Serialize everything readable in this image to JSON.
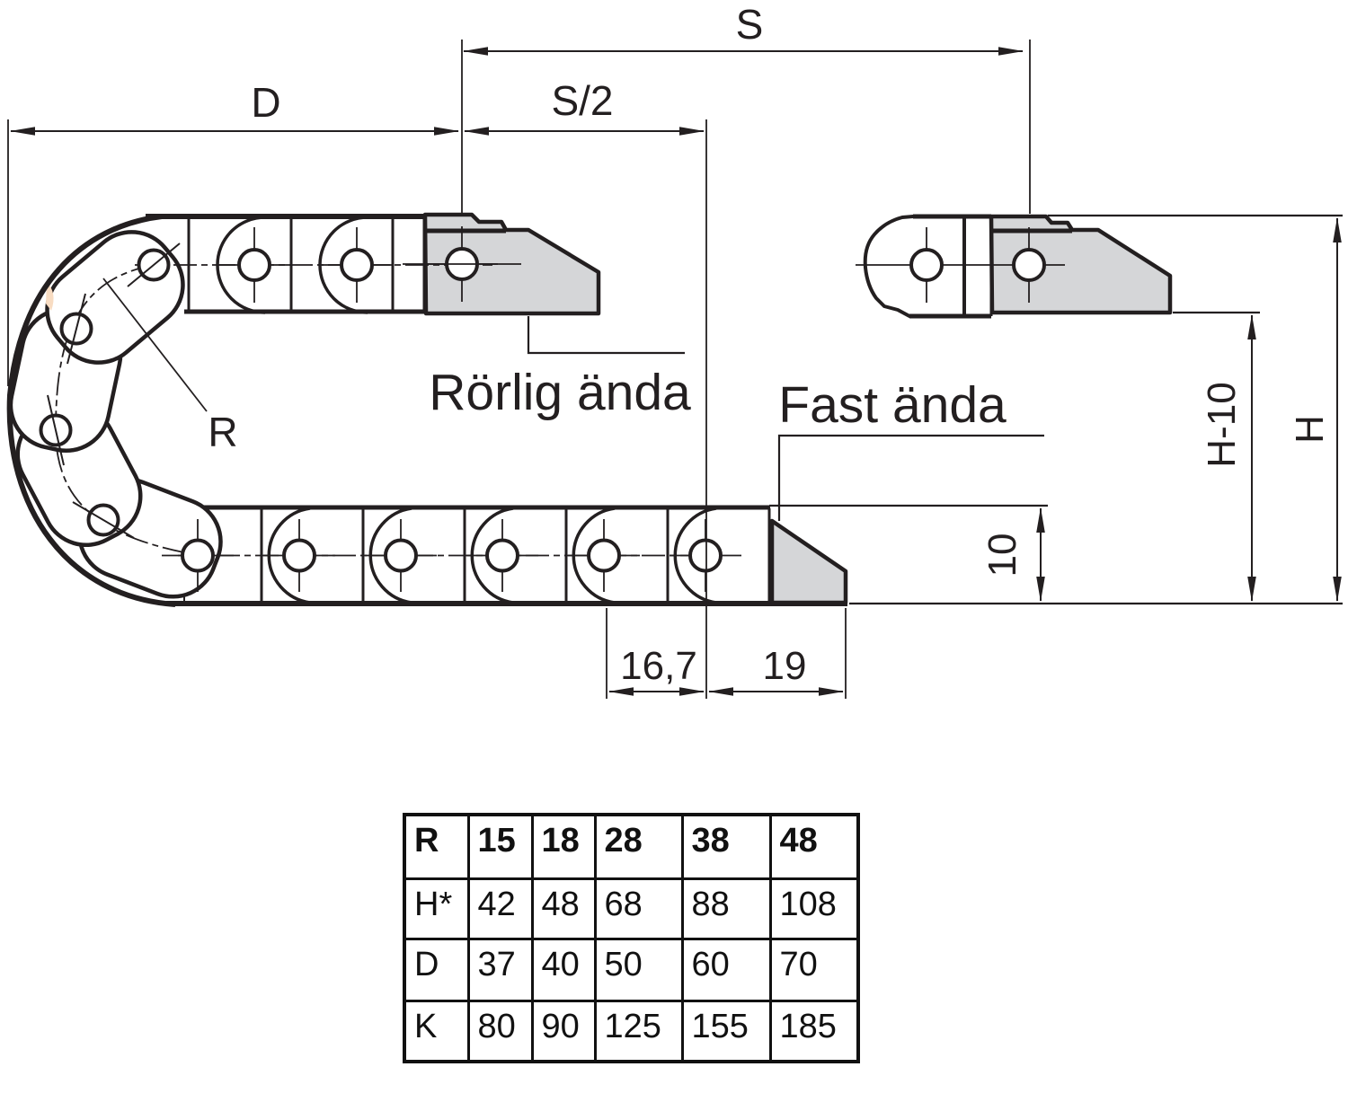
{
  "dims": {
    "s": "S",
    "s_half": "S/2",
    "d": "D",
    "r": "R",
    "h": "H",
    "h_minus_10": "H-10",
    "ten": "10",
    "pitch": "16,7",
    "end_len": "19"
  },
  "labels": {
    "movable_end": "Rörlig ända",
    "fixed_end": "Fast ända"
  },
  "table": {
    "rows": [
      [
        "R",
        "15",
        "18",
        "28",
        "38",
        "48"
      ],
      [
        "H*",
        "42",
        "48",
        "68",
        "88",
        "108"
      ],
      [
        "D",
        "37",
        "40",
        "50",
        "60",
        "70"
      ],
      [
        "K",
        "80",
        "90",
        "125",
        "155",
        "185"
      ]
    ]
  },
  "colors": {
    "line": "#231f20",
    "bracket_fill": "#d5d6d8",
    "highlight": "#f8dcc2"
  }
}
